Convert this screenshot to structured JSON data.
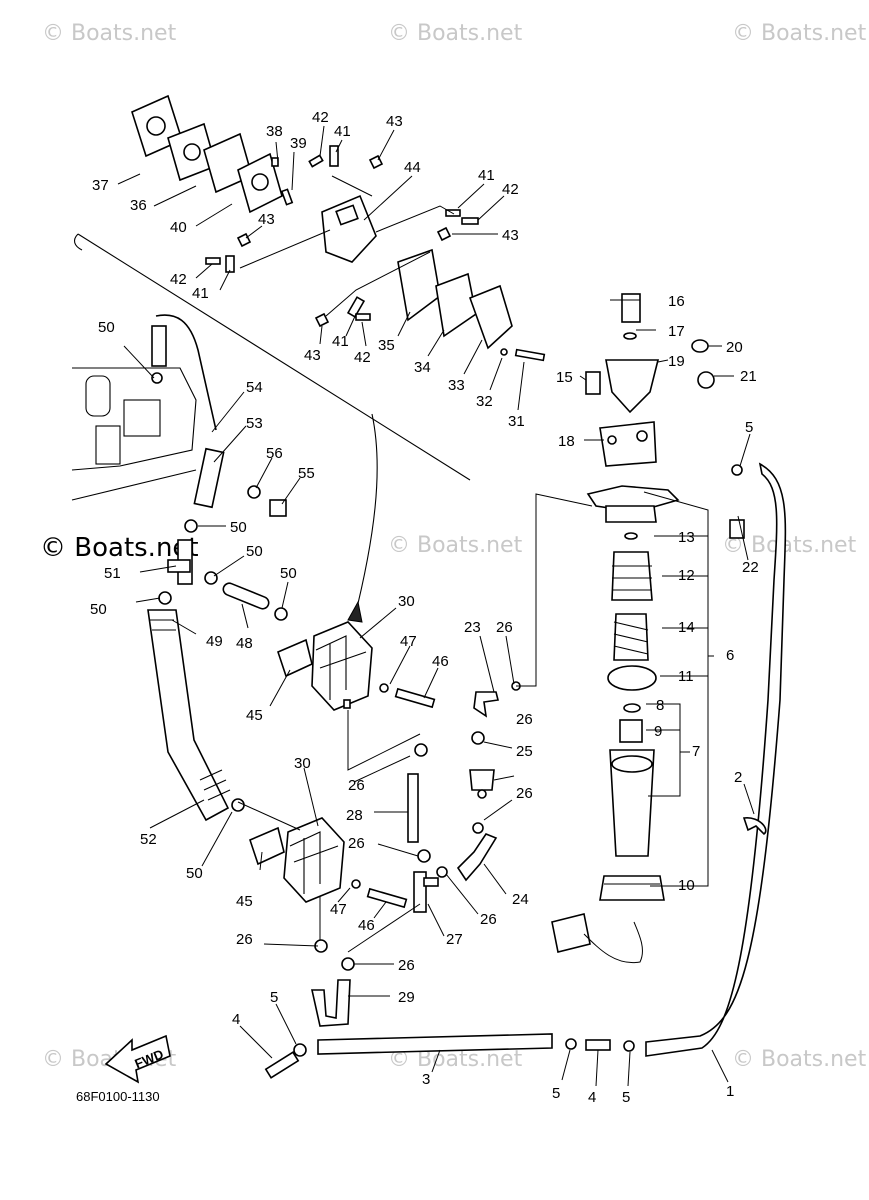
{
  "watermarks": {
    "top_left": "© Boats.net",
    "top_center": "© Boats.net",
    "top_right": "© Boats.net",
    "mid_left": "© Boats.net",
    "mid_center": "© Boats.net",
    "mid_right": "© Boats.net",
    "bottom_left": "© Boats.net",
    "bottom_center": "© Boats.net",
    "bottom_right": "© Boats.net"
  },
  "diagram_code": "68F0100-1130",
  "fwd_label": "FWD",
  "callouts": {
    "c1": "1",
    "c2": "2",
    "c3": "3",
    "c4a": "4",
    "c4b": "4",
    "c5a": "5",
    "c5b": "5",
    "c5c": "5",
    "c5d": "5",
    "c6": "6",
    "c7": "7",
    "c8": "8",
    "c9": "9",
    "c10": "10",
    "c11": "11",
    "c12": "12",
    "c13": "13",
    "c14": "14",
    "c15": "15",
    "c16": "16",
    "c17": "17",
    "c18": "18",
    "c19": "19",
    "c20": "20",
    "c21": "21",
    "c22": "22",
    "c23": "23",
    "c24": "24",
    "c25": "25",
    "c26a": "26",
    "c26b": "26",
    "c26c": "26",
    "c26d": "26",
    "c26e": "26",
    "c26f": "26",
    "c26g": "26",
    "c27": "27",
    "c28": "28",
    "c29": "29",
    "c30a": "30",
    "c30b": "30",
    "c31": "31",
    "c32": "32",
    "c33": "33",
    "c34": "34",
    "c35": "35",
    "c36": "36",
    "c37": "37",
    "c38": "38",
    "c39": "39",
    "c40": "40",
    "c41a": "41",
    "c41b": "41",
    "c41c": "41",
    "c42a": "42",
    "c42b": "42",
    "c42c": "42",
    "c42d": "42",
    "c43a": "43",
    "c43b": "43",
    "c43c": "43",
    "c43d": "43",
    "c44": "44",
    "c45a": "45",
    "c45b": "45",
    "c46a": "46",
    "c46b": "46",
    "c47a": "47",
    "c47b": "47",
    "c48": "48",
    "c49": "49",
    "c50a": "50",
    "c50b": "50",
    "c50c": "50",
    "c50d": "50",
    "c50e": "50",
    "c50f": "50",
    "c51": "51",
    "c52": "52",
    "c53": "53",
    "c54": "54",
    "c55": "55",
    "c56": "56"
  }
}
